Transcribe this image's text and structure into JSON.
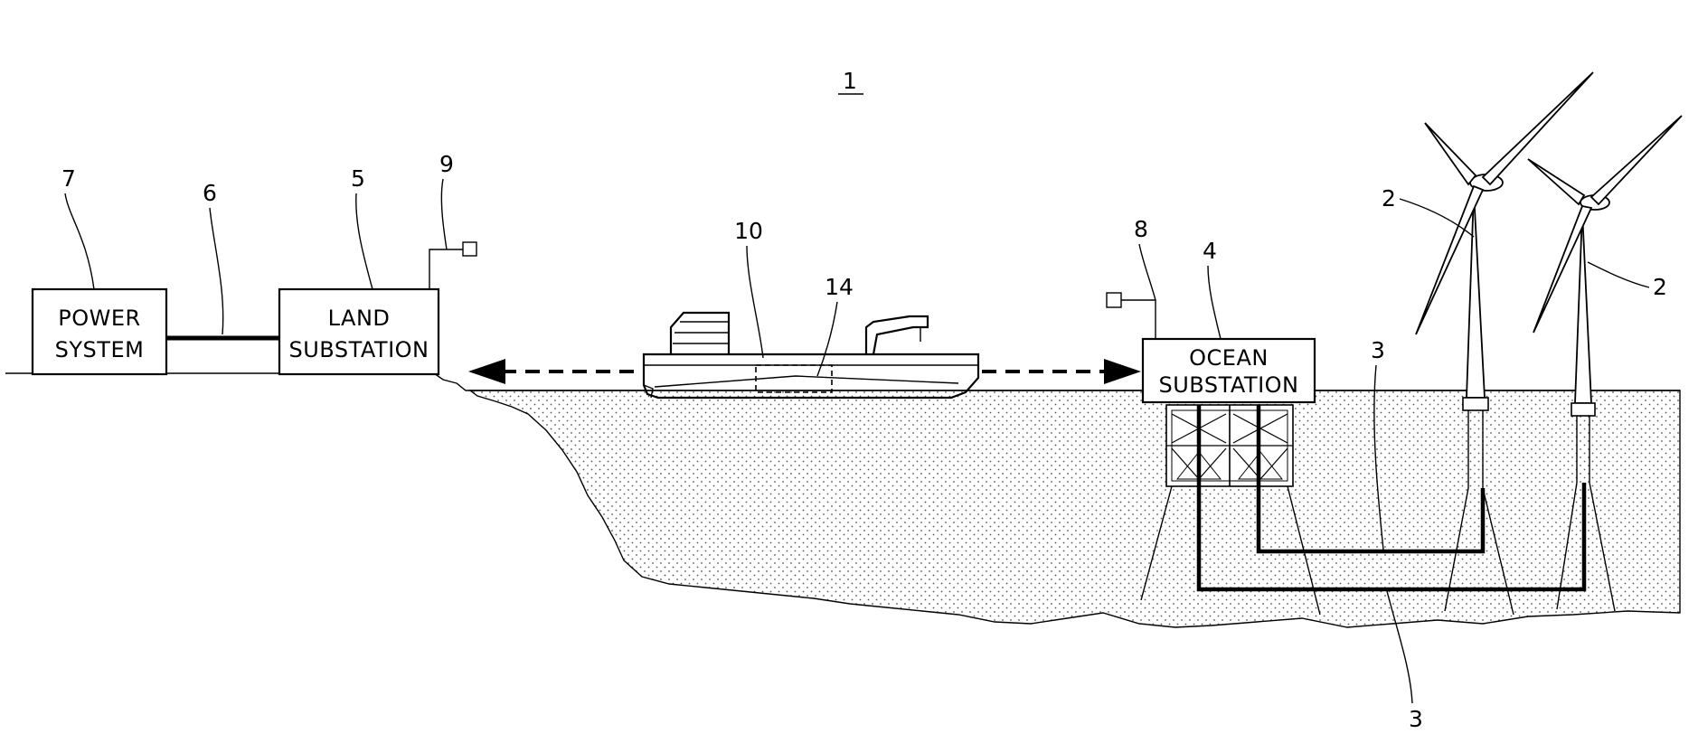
{
  "figure": {
    "number": "1",
    "boxes": {
      "power_system": "POWER\nSYSTEM",
      "land_substation": "LAND\nSUBSTATION",
      "ocean_substation": "OCEAN\nSUBSTATION"
    },
    "reference_numerals": {
      "power_system": "7",
      "power_line": "6",
      "land_substation": "5",
      "land_antenna": "9",
      "vessel": "10",
      "vessel_inner_unit": "14",
      "ocean_antenna": "8",
      "ocean_substation": "4",
      "turbine_left": "2",
      "turbine_right": "2",
      "cable_upper": "3",
      "cable_lower": "3"
    }
  }
}
